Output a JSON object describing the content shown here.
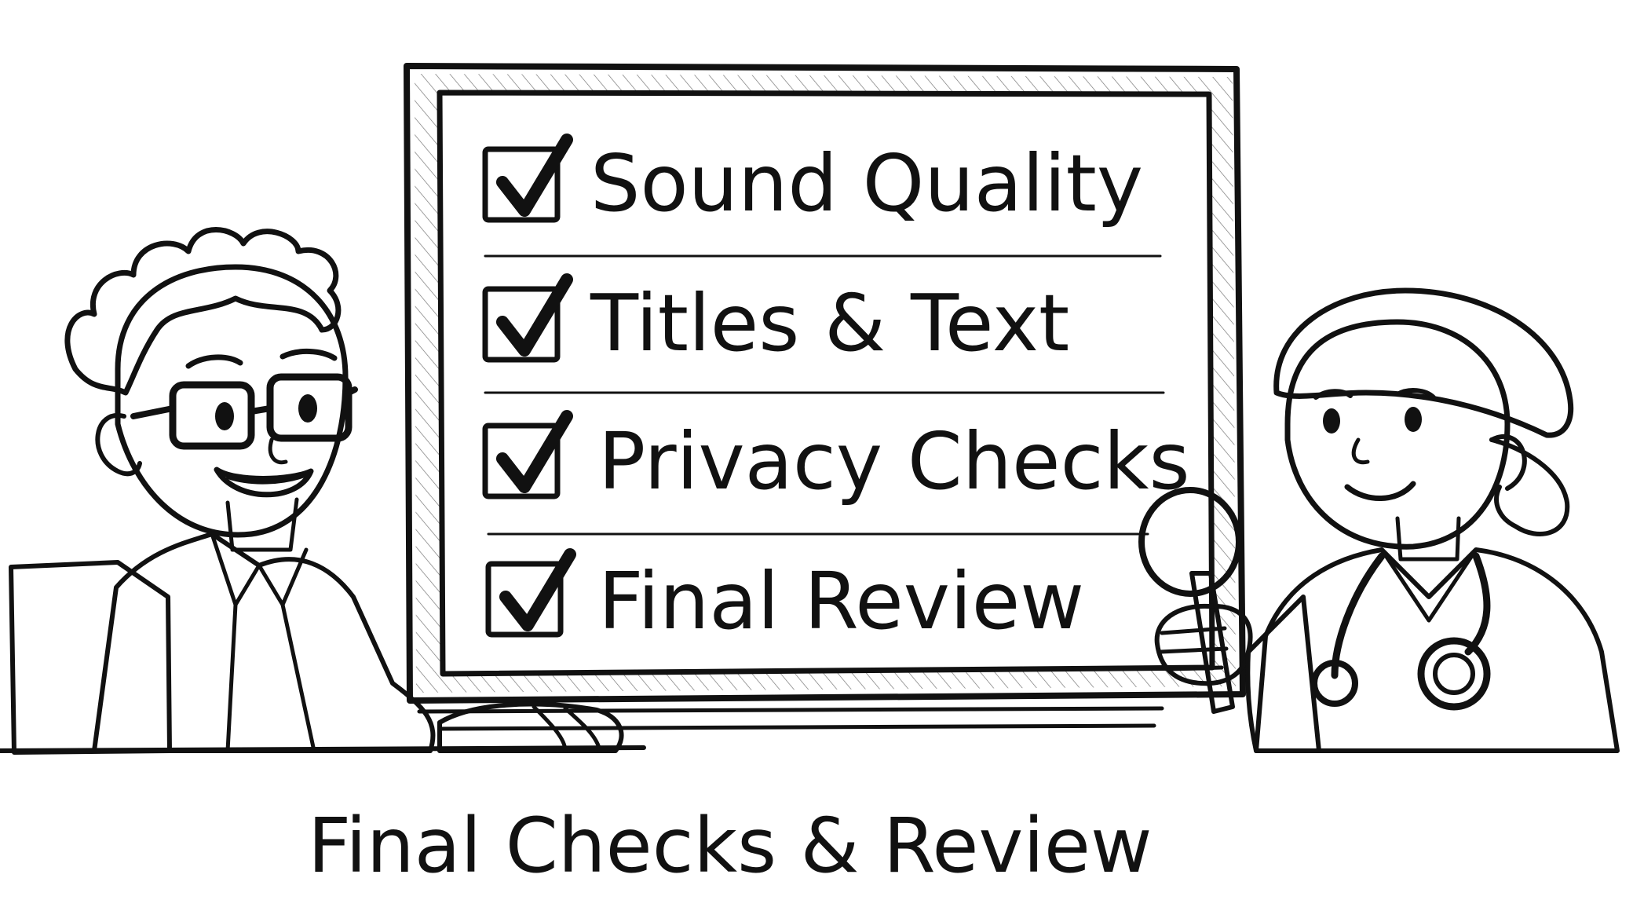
{
  "checklist": {
    "items": [
      {
        "label": "Sound Quality",
        "checked": true
      },
      {
        "label": "Titles & Text",
        "checked": true
      },
      {
        "label": "Privacy Checks",
        "checked": true
      },
      {
        "label": "Final Review",
        "checked": true
      }
    ]
  },
  "caption": "Final Checks & Review",
  "icons": {
    "checkbox": "checked-box-icon",
    "microphone": "microphone-icon",
    "stethoscope": "stethoscope-icon"
  },
  "colors": {
    "ink": "#111111",
    "paper": "#ffffff"
  }
}
